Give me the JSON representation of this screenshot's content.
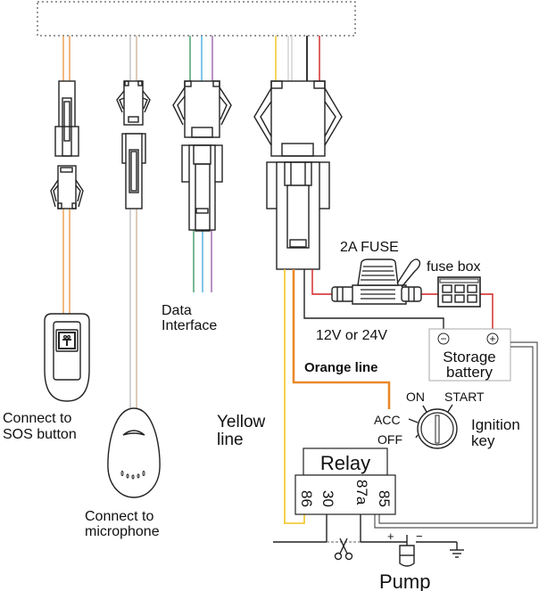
{
  "labels": {
    "data_interface_1": "Data",
    "data_interface_2": "Interface",
    "sos_1": "Connect to",
    "sos_2": "SOS button",
    "mic_1": "Connect to",
    "mic_2": "microphone",
    "yellow_1": "Yellow",
    "yellow_2": "line",
    "fuse": "2A FUSE",
    "fuse_box": "fuse box",
    "voltage": "12V or 24V",
    "battery_1": "Storage",
    "battery_2": "battery",
    "battery_neg": "−",
    "battery_pos": "+",
    "orange": "Orange line",
    "ign_on": "ON",
    "ign_start": "START",
    "ign_acc": "ACC",
    "ign_off": "OFF",
    "ign_1": "Ignition",
    "ign_2": "key",
    "relay": "Relay",
    "pin_86": "86",
    "pin_30": "30",
    "pin_87a": "87a",
    "pin_85": "85",
    "pump": "Pump",
    "pump_plus": "+",
    "pump_minus": "−"
  },
  "wire_colors": {
    "orange": "#e8892a",
    "tan": "#c9a98a",
    "gray": "#b8b8b8",
    "green": "#1f8a4a",
    "blue": "#2aa0dc",
    "purple": "#8a4a9a",
    "yellow": "#f2c320",
    "white": "#d0d0d0",
    "black": "#222222",
    "red": "#d02020"
  }
}
